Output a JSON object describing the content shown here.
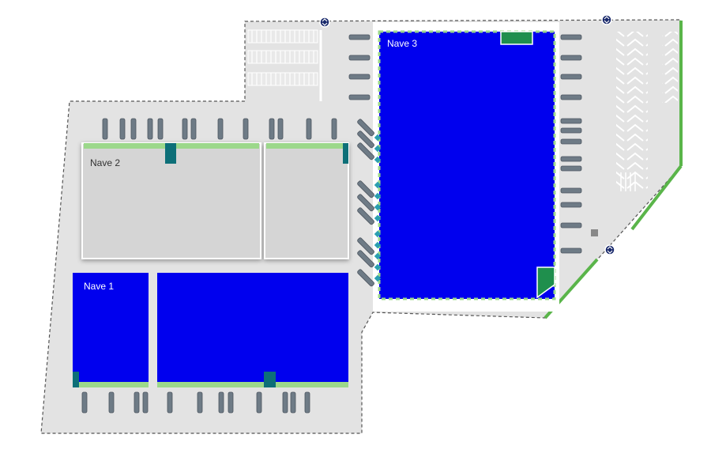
{
  "site": {
    "colors": {
      "ground": "#e3e3e3",
      "boundary": "#555555",
      "warehouse_blue": "#0000ee",
      "warehouse_gray": "#d5d5d5",
      "dock_strip": "#9cd88b",
      "dock_door": "#0d6f78",
      "office_green": "#1f8f4d",
      "landscape_green": "#5ab54a",
      "truck": "#6e7b86"
    }
  },
  "buildings": {
    "nave1": {
      "label": "Nave 1",
      "fill": "blue"
    },
    "nave2": {
      "label": "Nave 2",
      "fill": "gray"
    },
    "nave3": {
      "label": "Nave 3",
      "fill": "blue"
    }
  },
  "icons": {
    "access_markers": [
      "access-point-icon",
      "access-point-icon",
      "access-point-icon"
    ]
  }
}
